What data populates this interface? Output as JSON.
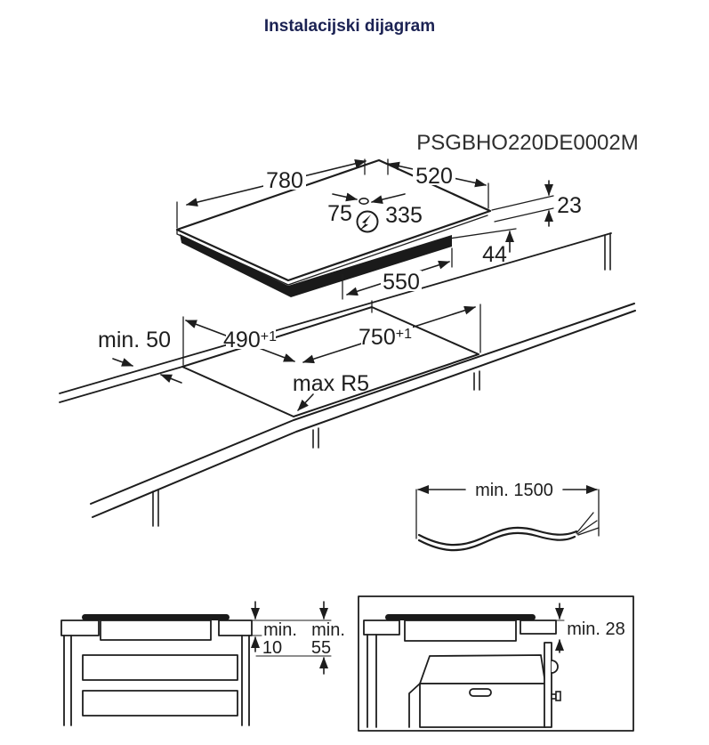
{
  "title": "Instalacijski dijagram",
  "model": "PSGBHO220DE0002M",
  "colors": {
    "ink": "#1d1d1d",
    "title": "#1b2253",
    "background": "#ffffff"
  },
  "hob": {
    "width_mm": "780",
    "depth_mm": "520",
    "underside_width_mm": "550",
    "connection_offset_left_mm": "75",
    "connection_offset_right_mm": "335",
    "rim_height_mm": "23",
    "body_depth_mm": "44",
    "power_icon": "lightning-in-circle"
  },
  "cutout": {
    "depth_mm": "490",
    "width_mm": "750",
    "tolerance": "+1",
    "corner_radius_label": "max R5",
    "rear_clearance_label": "min. 50"
  },
  "cable": {
    "length_label": "min. 1500"
  },
  "drawer_section": {
    "col1_label": "min.",
    "col1_value": "10",
    "col2_label": "min.",
    "col2_value": "55"
  },
  "oven_section": {
    "clearance_label": "min. 28"
  }
}
